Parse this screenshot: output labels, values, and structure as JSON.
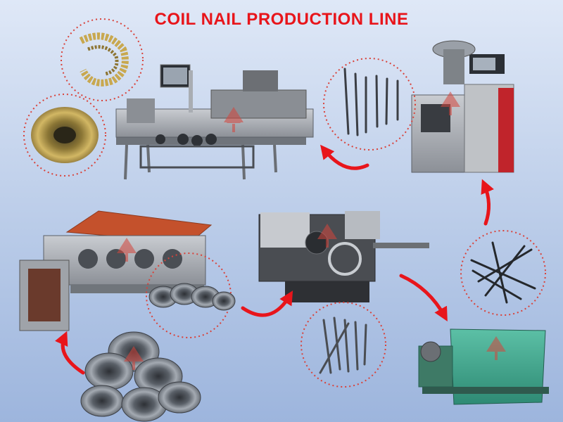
{
  "header": {
    "title": "COIL NAIL PRODUCTION LINE"
  },
  "colors": {
    "title": "#e8151b",
    "arrow": "#e8151b",
    "circle_dash": "#d9423a",
    "machine_steel": "#9ea3aa",
    "machine_dark": "#3a3d42",
    "machine_orange": "#c4512c",
    "machine_green": "#3fa58e",
    "wire_gray": "#8a9098",
    "nail_brass": "#b99a44",
    "watermark": "#d4453c"
  },
  "scene": {
    "stages": [
      {
        "name": "wire-rod-coils",
        "icon": "wire-coil-icon"
      },
      {
        "name": "wire-drawing-machine",
        "icon": "wire-drawing-machine-icon"
      },
      {
        "name": "drawn-wire",
        "icon": "wire-coil-icon"
      },
      {
        "name": "nail-making-machine",
        "icon": "nail-making-machine-icon"
      },
      {
        "name": "common-nails",
        "icon": "nail-icon"
      },
      {
        "name": "polishing-machine",
        "icon": "polishing-machine-icon"
      },
      {
        "name": "polished-nails",
        "icon": "nail-icon"
      },
      {
        "name": "thread-rolling-machine",
        "icon": "thread-rolling-machine-icon"
      },
      {
        "name": "ring-shank-nails",
        "icon": "nail-icon"
      },
      {
        "name": "coil-nail-collator",
        "icon": "coil-nail-machine-icon"
      },
      {
        "name": "coil-nails",
        "icon": "coil-nail-icon"
      }
    ]
  }
}
